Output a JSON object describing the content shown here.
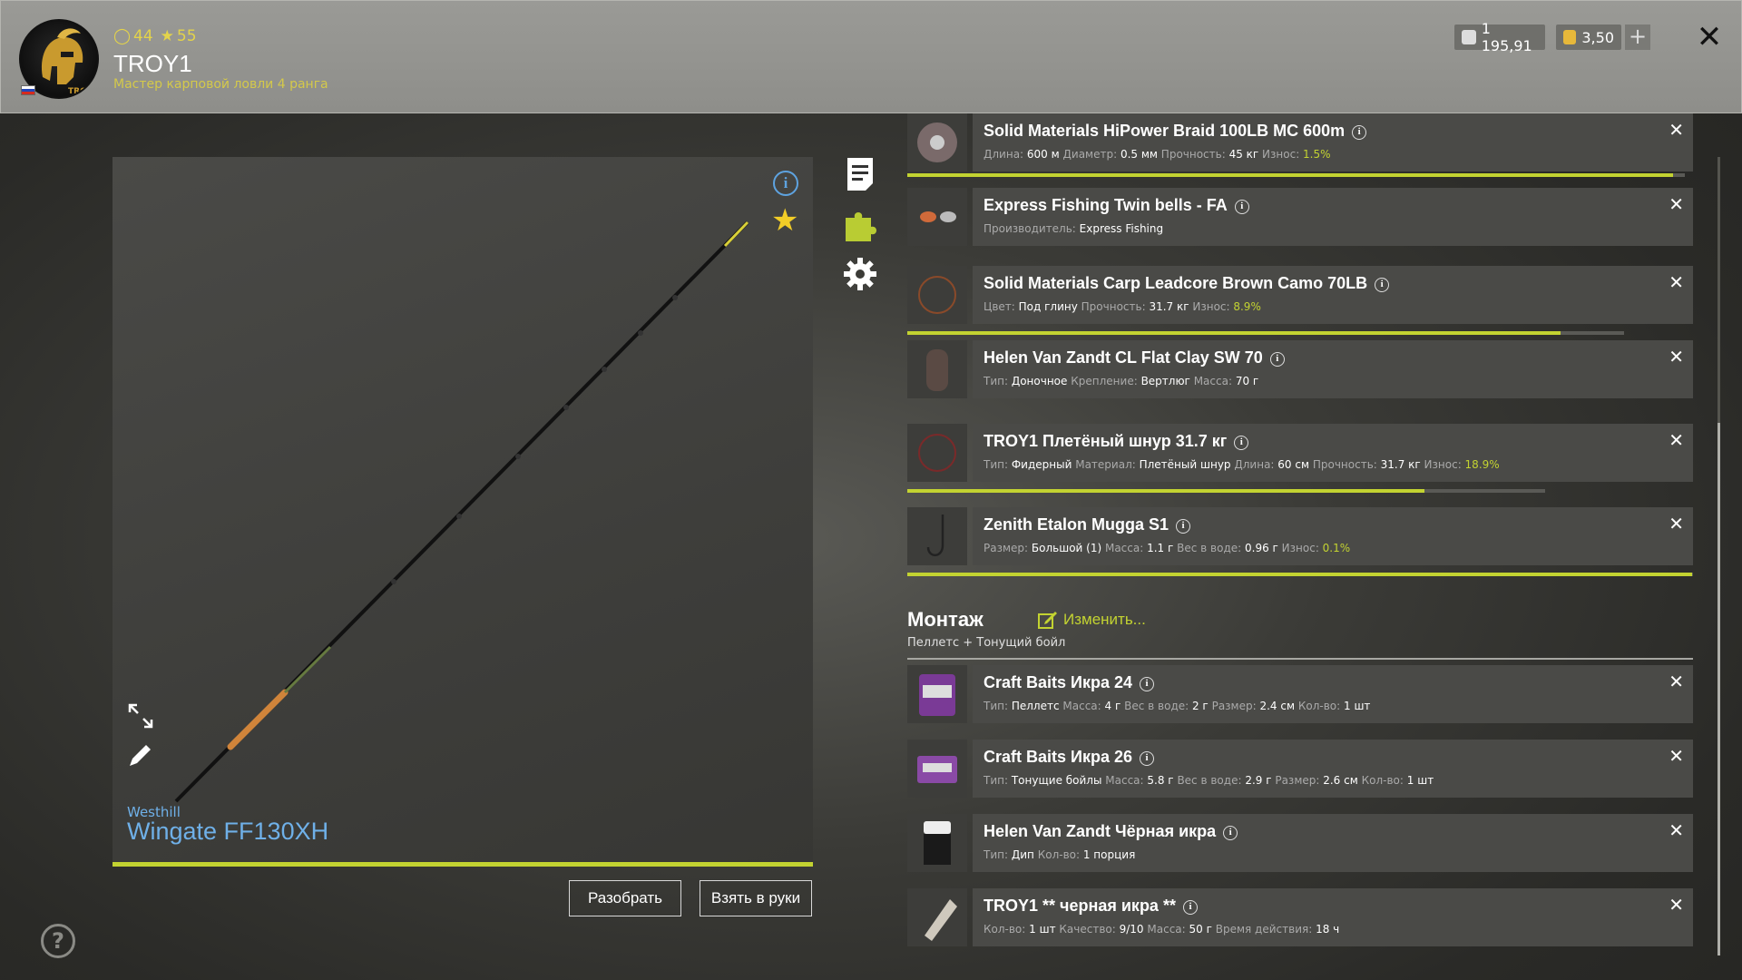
{
  "header": {
    "level": "44",
    "stars": "55",
    "player_name": "TROY1",
    "rank": "Мастер карповой ловли 4 ранга",
    "silver": "1 195,91",
    "gold": "3,50",
    "plus": "+",
    "close": "✕",
    "avatar_text": "TROY"
  },
  "rod": {
    "brand": "Westhill",
    "model": "Wingate FF130XH",
    "progress": 1.0
  },
  "buttons": {
    "disassemble": "Разобрать",
    "take": "Взять в руки"
  },
  "help": "?",
  "info_glyph": "i",
  "star_glyph": "★",
  "tackle": [
    {
      "title": "Solid Materials HiPower Braid 100LB MC 600m",
      "props": [
        [
          "Длина:",
          "600 м"
        ],
        [
          "Диаметр:",
          "0.5 мм"
        ],
        [
          "Прочность:",
          "45 кг"
        ]
      ],
      "wear_label": "Износ:",
      "wear": "1.5%",
      "bar": 0.985
    },
    {
      "title": "Express Fishing Twin bells - FA",
      "props": [
        [
          "Производитель:",
          "Express Fishing"
        ]
      ]
    },
    {
      "title": "Solid Materials Carp Leadcore Brown Camo 70LB",
      "props": [
        [
          "Цвет:",
          "Под глину"
        ],
        [
          "Прочность:",
          "31.7 кг"
        ]
      ],
      "wear_label": "Износ:",
      "wear": "8.9%",
      "bar": 0.911
    },
    {
      "title": "Helen Van Zandt CL Flat Clay SW 70",
      "props": [
        [
          "Тип:",
          "Доночное"
        ],
        [
          "Крепление:",
          "Вертлюг"
        ],
        [
          "Масса:",
          "70 г"
        ]
      ]
    },
    {
      "title": "TROY1 Плетёный шнур 31.7 кг",
      "props": [
        [
          "Тип:",
          "Фидерный"
        ],
        [
          "Материал:",
          "Плетёный шнур"
        ],
        [
          "Длина:",
          "60 см"
        ],
        [
          "Прочность:",
          "31.7 кг"
        ]
      ],
      "wear_label": "Износ:",
      "wear": "18.9%",
      "bar": 0.811
    },
    {
      "title": "Zenith Etalon Mugga S1",
      "props": [
        [
          "Размер:",
          "Большой (1)"
        ],
        [
          "Масса:",
          "1.1 г"
        ],
        [
          "Вес в воде:",
          "0.96 г"
        ]
      ],
      "wear_label": "Износ:",
      "wear": "0.1%",
      "bar": 0.999
    }
  ],
  "mount": {
    "title": "Монтаж",
    "edit": "Изменить...",
    "subtitle": "Пеллетс + Тонущий бойл"
  },
  "baits": [
    {
      "title": "Craft Baits Икра 24",
      "props": [
        [
          "Тип:",
          "Пеллетс"
        ],
        [
          "Масса:",
          "4 г"
        ],
        [
          "Вес в воде:",
          "2 г"
        ],
        [
          "Размер:",
          "2.4 см"
        ],
        [
          "Кол-во:",
          "1 шт"
        ]
      ]
    },
    {
      "title": "Craft Baits Икра 26",
      "props": [
        [
          "Тип:",
          "Тонущие бойлы"
        ],
        [
          "Масса:",
          "5.8 г"
        ],
        [
          "Вес в воде:",
          "2.9 г"
        ],
        [
          "Размер:",
          "2.6 см"
        ],
        [
          "Кол-во:",
          "1 шт"
        ]
      ]
    },
    {
      "title": "Helen Van Zandt Чёрная икра",
      "props": [
        [
          "Тип:",
          "Дип"
        ],
        [
          "Кол-во:",
          "1 порция"
        ]
      ]
    },
    {
      "title": "TROY1 ** черная икра **",
      "props": [
        [
          "Кол-во:",
          "1 шт"
        ],
        [
          "Качество:",
          "9/10"
        ],
        [
          "Масса:",
          "50 г"
        ],
        [
          "Время действия:",
          "18 ч"
        ]
      ]
    }
  ],
  "colors": {
    "accent": "#c3d331",
    "rod_text": "#6fb0e8",
    "star": "#f2cd27"
  }
}
